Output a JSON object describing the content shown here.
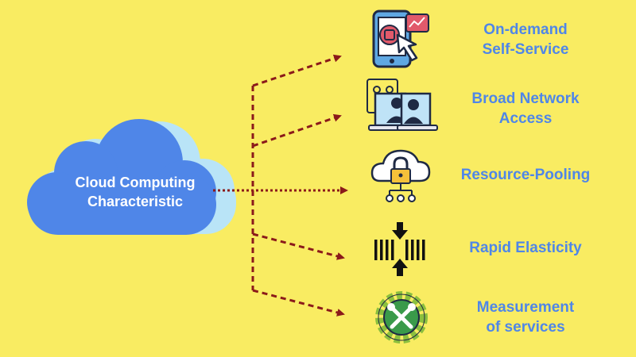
{
  "center": {
    "line1": "Cloud Computing",
    "line2": "Characteristic"
  },
  "items": [
    {
      "line1": "On-demand",
      "line2": "Self-Service",
      "icon": "touch-screen-phone-icon"
    },
    {
      "line1": "Broad Network",
      "line2": "Access",
      "icon": "network-laptop-icon"
    },
    {
      "line1": "Resource-Pooling",
      "line2": "",
      "icon": "cloud-lock-icon"
    },
    {
      "line1": "Rapid Elasticity",
      "line2": "",
      "icon": "compression-arrows-icon"
    },
    {
      "line1": "Measurement",
      "line2": "of services",
      "icon": "wrench-gear-icon"
    }
  ],
  "colors": {
    "background": "#f9ec62",
    "cloud": "#4f86e8",
    "cloud_shadow": "#b9e4f7",
    "connector": "#8b1a1a",
    "label": "#4f86e8"
  }
}
